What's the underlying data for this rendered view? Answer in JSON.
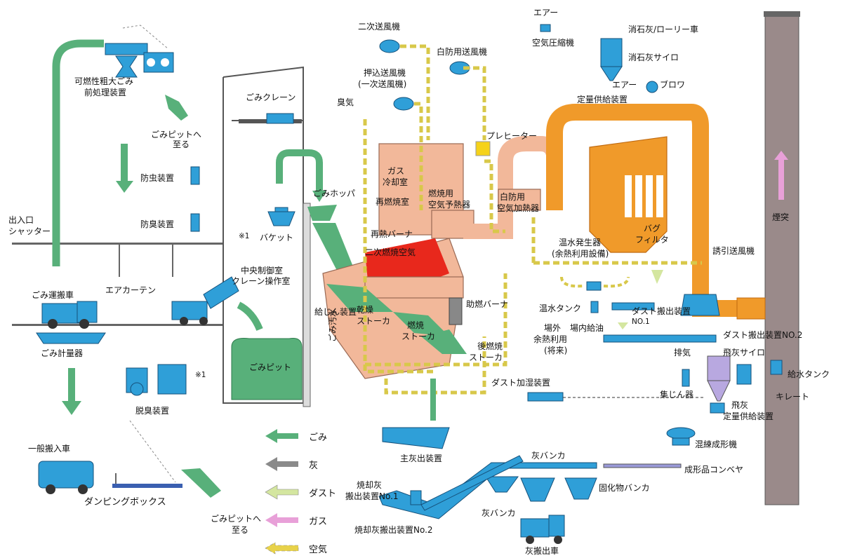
{
  "labels": {
    "preprocess": [
      "可燃性粗大ごみ",
      "前処理装置"
    ],
    "to_pit_top": [
      "ごみピットへ",
      "至る"
    ],
    "insect": "防虫装置",
    "odor_prev": "防臭装置",
    "shutter": [
      "出入口",
      "シャッター"
    ],
    "air_curtain": "エアカーテン",
    "truck": "ごみ運搬車",
    "scale": "ごみ計量器",
    "deodor": "脱臭装置",
    "general": "一般搬入車",
    "dumping": "ダンピングボックス",
    "to_pit_bottom": [
      "ごみピットへ",
      "至る"
    ],
    "crane": "ごみクレーン",
    "bucket": "バケット",
    "mark1_top": "※1",
    "mark1_side": "※1",
    "control": [
      "中央制御室",
      "クレーン操作室"
    ],
    "pit": "ごみピット",
    "hopper": "ごみホッパ",
    "feeder": "給じん装置",
    "sewage": "ごみ汚水",
    "dry_stoker": [
      "乾燥",
      "ストーカ"
    ],
    "burn_stoker": [
      "燃焼",
      "ストーカ"
    ],
    "after_stoker": [
      "後燃焼",
      "ストーカ"
    ],
    "aux_burner": "助燃バーナ",
    "reheat_burner": "再熱バーナ",
    "secondary_air": "二次燃焼空気",
    "reburn": "再燃焼室",
    "gas_cool": [
      "ガス",
      "冷却室"
    ],
    "air_preheat": [
      "燃焼用",
      "空気予熱器"
    ],
    "sec_fan": "二次送風機",
    "push_fan": [
      "押込送風機",
      "(一次送風機)"
    ],
    "odor_air": "臭気",
    "white_fan": "白防用送風機",
    "preheater": "プレヒーター",
    "white_heat": [
      "白防用",
      "空気加熱器"
    ],
    "air_top": "エアー",
    "compressor": "空気圧縮機",
    "lime_truck": "消石灰/ローリー車",
    "lime_silo": "消石灰サイロ",
    "air_mid": "エアー",
    "blower": "ブロワ",
    "quant_feed": "定量供給装置",
    "bag": [
      "バグ",
      "フィルタ"
    ],
    "induced_fan": "誘引送風機",
    "chimney": "煙突",
    "hot_water": [
      "温水発生器",
      "(余熱利用設備)"
    ],
    "hw_tank": "温水タンク",
    "outside_use": [
      "場外",
      "余熱利用",
      "(将来)"
    ],
    "inside_oil": "場内給油",
    "dust1": [
      "ダスト搬出装置",
      "NO.1"
    ],
    "dust2": "ダスト搬出装置NO.2",
    "exhaust": "排気",
    "flyash_silo": "飛灰サイロ",
    "water_tank": "給水タンク",
    "chelate": "キレート",
    "dust_collector": "集じん器",
    "flyash_feed": [
      "飛灰",
      "定量供給装置"
    ],
    "dust_humid": "ダスト加湿装置",
    "kneader": "混練成形機",
    "product_conv": "成形品コンベヤ",
    "solid_bunker": "固化物バンカ",
    "ash_bunker_top": "灰バンカ",
    "ash_bunker_bottom": "灰バンカ",
    "ash_truck": "灰搬出車",
    "main_ash": "主灰出装置",
    "burnt_ash1": [
      "焼却灰",
      "搬出装置No.1"
    ],
    "burnt_ash2": "焼却灰搬出装置No.2"
  },
  "legend": [
    {
      "label": "ごみ",
      "color": "#58b07a"
    },
    {
      "label": "灰",
      "color": "#8a8a8a"
    },
    {
      "label": "ダスト",
      "color": "#d4e6a0"
    },
    {
      "label": "ガス",
      "color": "#e8a0d8"
    },
    {
      "label": "空気",
      "color": "#e8d24a"
    }
  ]
}
